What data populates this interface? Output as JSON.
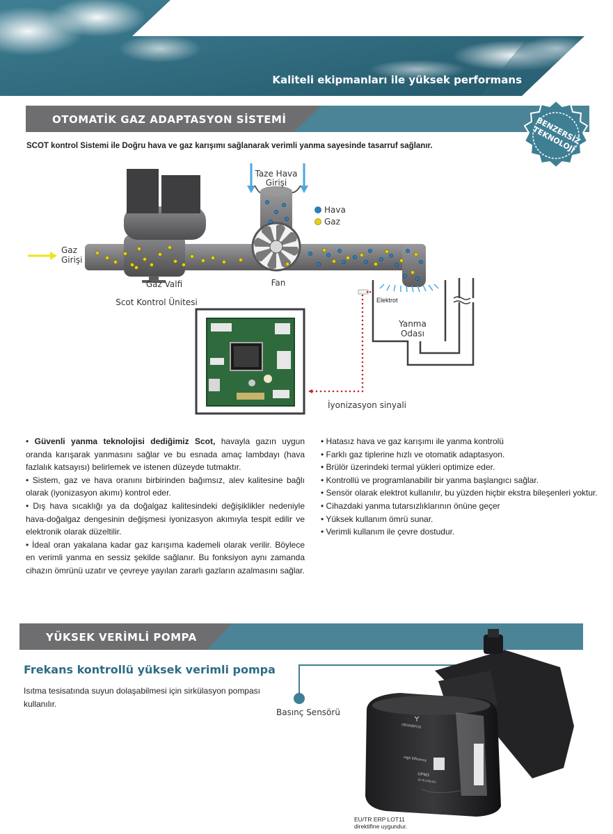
{
  "header": {
    "tagline": "Kaliteli ekipmanları ile yüksek performans"
  },
  "badge": {
    "line1": "BENZERSİZ",
    "line2": "TEKNOLOJİ"
  },
  "section1": {
    "title": "OTOMATİK GAZ ADAPTASYON SİSTEMİ",
    "intro": "SCOT kontrol Sistemi ile Doğru hava ve gaz karışımı sağlanarak verimli yanma sayesinde tasarruf sağlanır."
  },
  "diagram": {
    "taze_hava_1": "Taze Hava",
    "taze_hava_2": "Girişi",
    "legend_hava": "Hava",
    "legend_gaz": "Gaz",
    "gaz_girisi_1": "Gaz",
    "gaz_girisi_2": "Girişi",
    "gaz_valfi": "Gaz Valfi",
    "fan": "Fan",
    "scot": "Scot Kontrol Ünitesi",
    "elektrot": "Elektrot",
    "yanma_1": "Yanma",
    "yanma_2": "Odası",
    "iyonizasyon": "İyonizasyon sinyali",
    "colors": {
      "air": "#2a7fc0",
      "gas": "#e5d20a",
      "pipe": "#7b7b7e",
      "signal": "#c0282c",
      "arrow_blue": "#4aa8e0",
      "arrow_yellow": "#f2e21a"
    }
  },
  "left_text": {
    "p1_bold": "Güvenli yanma teknolojisi dediğimiz Scot,",
    "p1_rest": " havayla gazın uygun oranda karışarak yanmasını sağlar ve bu esnada amaç lambdayı (hava fazlalık katsayısı) belirlemek ve  istenen düzeyde tutmaktır.",
    "p2": "• Sistem, gaz ve hava oranını birbirinden bağımsız, alev kalitesine bağlı olarak (iyonizasyon akımı) kontrol eder.",
    "p3": "• Dış hava sıcaklığı ya da doğalgaz kalitesindeki değişiklikler nedeniyle hava-doğalgaz dengesinin değişmesi iyonizasyon akımıyla tespit edilir ve elektronik olarak düzeltilir.",
    "p4": "• İdeal oran yakalana kadar gaz karışıma kademeli olarak verilir. Böylece en verimli yanma en sessiz şekilde sağlanır. Bu fonksiyon aynı zamanda cihazın ömrünü uzatır ve çevreye yayılan zararlı gazların azalmasını sağlar."
  },
  "right_list": [
    "• Hatasız hava ve gaz karışımı ile yanma kontrolü",
    "• Farklı gaz tiplerine hızlı ve otomatik adaptasyon.",
    "• Brülör üzerindeki termal yükleri optimize eder.",
    "• Kontrollü ve programlanabilir bir yanma başlangıcı sağlar.",
    "• Sensör olarak elektrot kullanılır, bu yüzden hiçbir ekstra bileşenleri yoktur.",
    "• Cihazdaki yanma tutarsızlıklarının önüne geçer",
    "• Yüksek kullanım ömrü sunar.",
    "• Verimli kullanım ile çevre dostudur."
  ],
  "section2": {
    "title": "YÜKSEK VERİMLİ POMPA",
    "subtitle": "Frekans kontrollü yüksek verimli pompa",
    "desc": "Isıtma tesisatında suyun dolaşabilmesi için sirkülasyon pompası kullanılır.",
    "sensor_label": "Basınç Sensörü",
    "pump_brand": "GRUNDFOS",
    "pump_model": "UPM3",
    "pump_model_sub": "15-75 CHB AO",
    "pump_eff": "High Efficiency",
    "eu_1": "EU/TR ERP LOT11",
    "eu_2": "direktifine uygundur."
  }
}
